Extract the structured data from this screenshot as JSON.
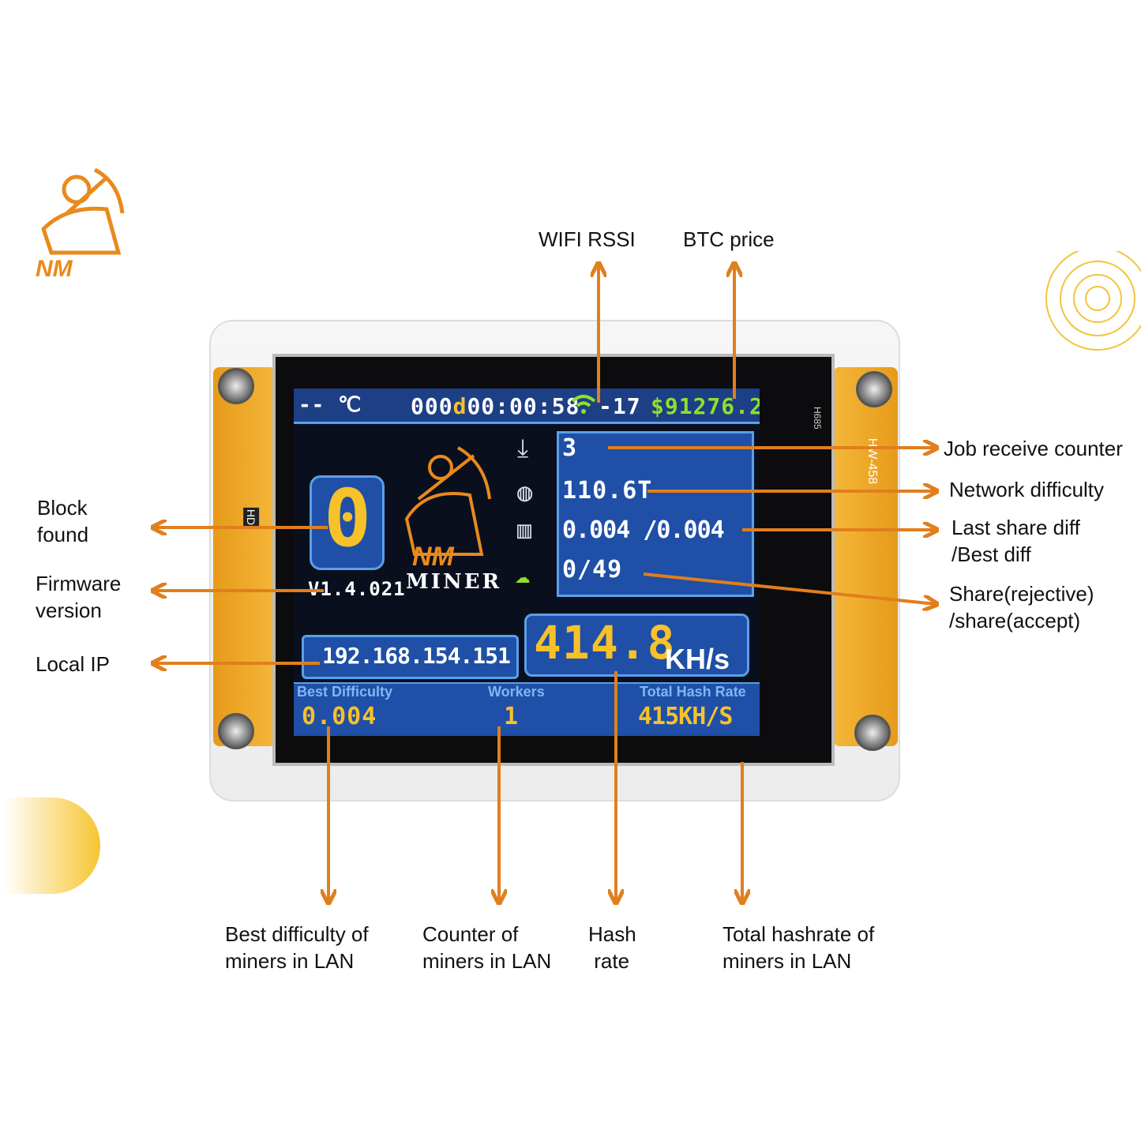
{
  "brand": {
    "logo_text": "NM",
    "accent": "#e98a1c"
  },
  "callouts": {
    "wifi_rssi": "WIFI RSSI",
    "btc_price": "BTC price",
    "job_counter": "Job receive counter",
    "network_difficulty": "Network difficulty",
    "last_share_diff": "Last share diff\n/Best diff",
    "share": "Share(rejective)\n/share(accept)",
    "block_found": "Block\nfound",
    "firmware": "Firmware\nversion",
    "local_ip": "Local IP",
    "best_diff_lan": "Best difficulty of\nminers in LAN",
    "counter_lan": "Counter of\nminers in LAN",
    "hash_rate": "Hash\n rate",
    "total_hashrate_lan": "Total hashrate of\nminers in LAN"
  },
  "screen": {
    "temperature": "-- ℃",
    "uptime_days": "000",
    "uptime_d": "d",
    "uptime_time": "00:00:58",
    "rssi": "-17",
    "btc_price": "$91276.2",
    "job_counter": "3",
    "network_difficulty": "110.6T",
    "share_diff": "0.004 /0.004",
    "shares": "0/49",
    "block_found": "0",
    "firmware": "V1.4.021",
    "logo_top": "NM",
    "logo_bottom": "MINER",
    "local_ip": "192.168.154.151",
    "hash_rate": "414.8",
    "hash_unit": "KH/s",
    "best_difficulty_label": "Best Difficulty",
    "best_difficulty": "0.004",
    "workers_label": "Workers",
    "workers": "1",
    "total_hash_label": "Total Hash Rate",
    "total_hash": "415KH/S"
  },
  "board": {
    "left_label": "HD",
    "right_label": "HW-458",
    "right_code": "H685"
  }
}
